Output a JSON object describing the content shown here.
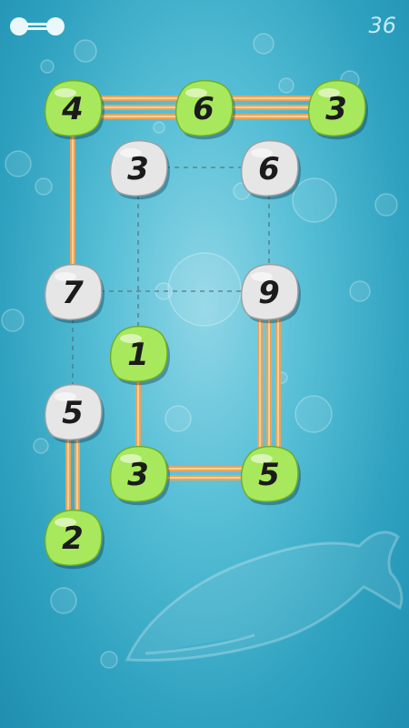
{
  "header": {
    "level": "36",
    "menu_icon": "menu-bridge-icon"
  },
  "colors": {
    "background": "#3aaac6",
    "island_connected": "#a8e85c",
    "island_open": "#e6e6e6",
    "bridge": "#e9a45a",
    "hint_dash": "#4f6f7a"
  },
  "islands": [
    {
      "id": "a",
      "value": "4",
      "state": "complete",
      "col": 0,
      "row": 0
    },
    {
      "id": "b",
      "value": "6",
      "state": "complete",
      "col": 2,
      "row": 0
    },
    {
      "id": "c",
      "value": "3",
      "state": "complete",
      "col": 4,
      "row": 0
    },
    {
      "id": "d",
      "value": "3",
      "state": "incomplete",
      "col": 1,
      "row": 1
    },
    {
      "id": "e",
      "value": "6",
      "state": "incomplete",
      "col": 3,
      "row": 1
    },
    {
      "id": "f",
      "value": "7",
      "state": "incomplete",
      "col": 0,
      "row": 2
    },
    {
      "id": "g",
      "value": "9",
      "state": "incomplete",
      "col": 3,
      "row": 2
    },
    {
      "id": "h",
      "value": "1",
      "state": "complete",
      "col": 1,
      "row": 3
    },
    {
      "id": "i",
      "value": "5",
      "state": "incomplete",
      "col": 0,
      "row": 4
    },
    {
      "id": "j",
      "value": "3",
      "state": "complete",
      "col": 1,
      "row": 5
    },
    {
      "id": "k",
      "value": "5",
      "state": "complete",
      "col": 3,
      "row": 5
    },
    {
      "id": "l",
      "value": "2",
      "state": "complete",
      "col": 0,
      "row": 6
    }
  ],
  "bridges": [
    {
      "from": "a",
      "to": "b",
      "count": 3
    },
    {
      "from": "b",
      "to": "c",
      "count": 3
    },
    {
      "from": "a",
      "to": "f",
      "count": 1
    },
    {
      "from": "h",
      "to": "j",
      "count": 1
    },
    {
      "from": "j",
      "to": "k",
      "count": 2
    },
    {
      "from": "g",
      "to": "k",
      "count": 3
    },
    {
      "from": "i",
      "to": "l",
      "count": 2
    }
  ],
  "hints": [
    {
      "from": "d",
      "to": "e"
    },
    {
      "from": "d",
      "to": "h"
    },
    {
      "from": "e",
      "to": "g"
    },
    {
      "from": "f",
      "to": "g"
    },
    {
      "from": "f",
      "to": "i"
    }
  ]
}
